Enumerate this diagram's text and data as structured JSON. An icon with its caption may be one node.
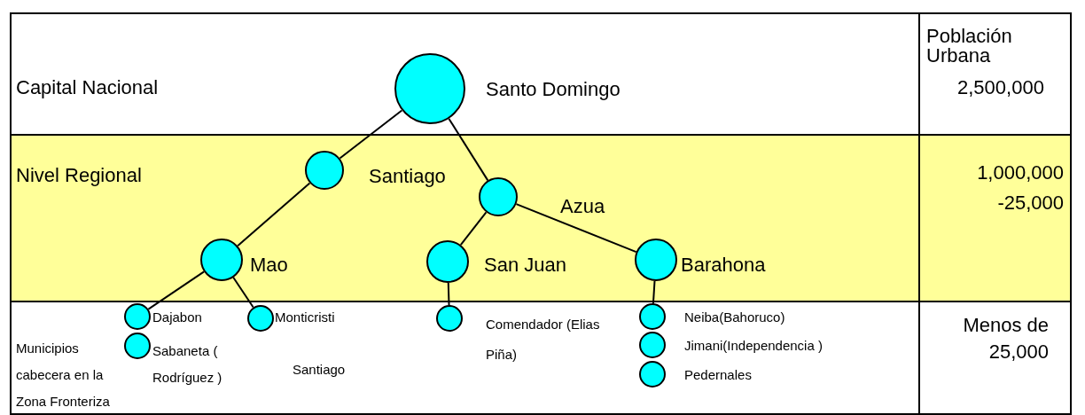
{
  "diagram": {
    "nodes": [
      {
        "text": [],
        "shape": "circle",
        "beside": [
          "Santo Domingo"
        ]
      },
      {
        "text": [],
        "shape": "circle",
        "beside": [
          "Santiago"
        ]
      },
      {
        "text": [],
        "shape": "circle",
        "beside": [
          "Azua"
        ]
      },
      {
        "text": [],
        "shape": "circle",
        "beside": [
          "Mao"
        ]
      },
      {
        "text": [],
        "shape": "circle",
        "beside": [
          "San Juan"
        ]
      },
      {
        "text": [],
        "shape": "circle",
        "beside": [
          "Barahona"
        ]
      },
      {
        "text": [],
        "shape": "circle",
        "beside": [
          "Dajabon"
        ]
      },
      {
        "text": [],
        "shape": "circle",
        "beside": [
          "Monticristi"
        ]
      },
      {
        "text": [],
        "shape": "circle",
        "beside": [
          "Comendador (Elias Piña)"
        ]
      },
      {
        "text": [],
        "shape": "circle",
        "beside": [
          "Neiba(Bahoruco)"
        ]
      },
      {
        "text": [],
        "shape": "circle",
        "beside": [
          "Sabaneta ( Rodríguez )"
        ]
      },
      {
        "text": [],
        "shape": "circle",
        "beside": [
          "Jimani(Independencia )"
        ]
      },
      {
        "text": [],
        "shape": "circle",
        "beside": [
          "Pedernales"
        ]
      }
    ],
    "edges": [
      {
        "from": 0,
        "to": 1,
        "arrow": "none"
      },
      {
        "from": 0,
        "to": 2,
        "arrow": "none"
      },
      {
        "from": 1,
        "to": 3,
        "arrow": "none"
      },
      {
        "from": 2,
        "to": 4,
        "arrow": "none"
      },
      {
        "from": 2,
        "to": 5,
        "arrow": "none"
      },
      {
        "from": 3,
        "to": 6,
        "arrow": "none"
      },
      {
        "from": 3,
        "to": 7,
        "arrow": "none"
      },
      {
        "from": 4,
        "to": 8,
        "arrow": "none"
      },
      {
        "from": 5,
        "to": 9,
        "arrow": "none"
      }
    ],
    "labels": [
      "Capital Nacional",
      "Población Urbana",
      "2,500,000",
      "Nivel Regional",
      "1,000,000 -25,000",
      "Municipios cabecera en la Zona Fronteriza",
      "Santiago",
      "Menos de 25,000"
    ]
  }
}
